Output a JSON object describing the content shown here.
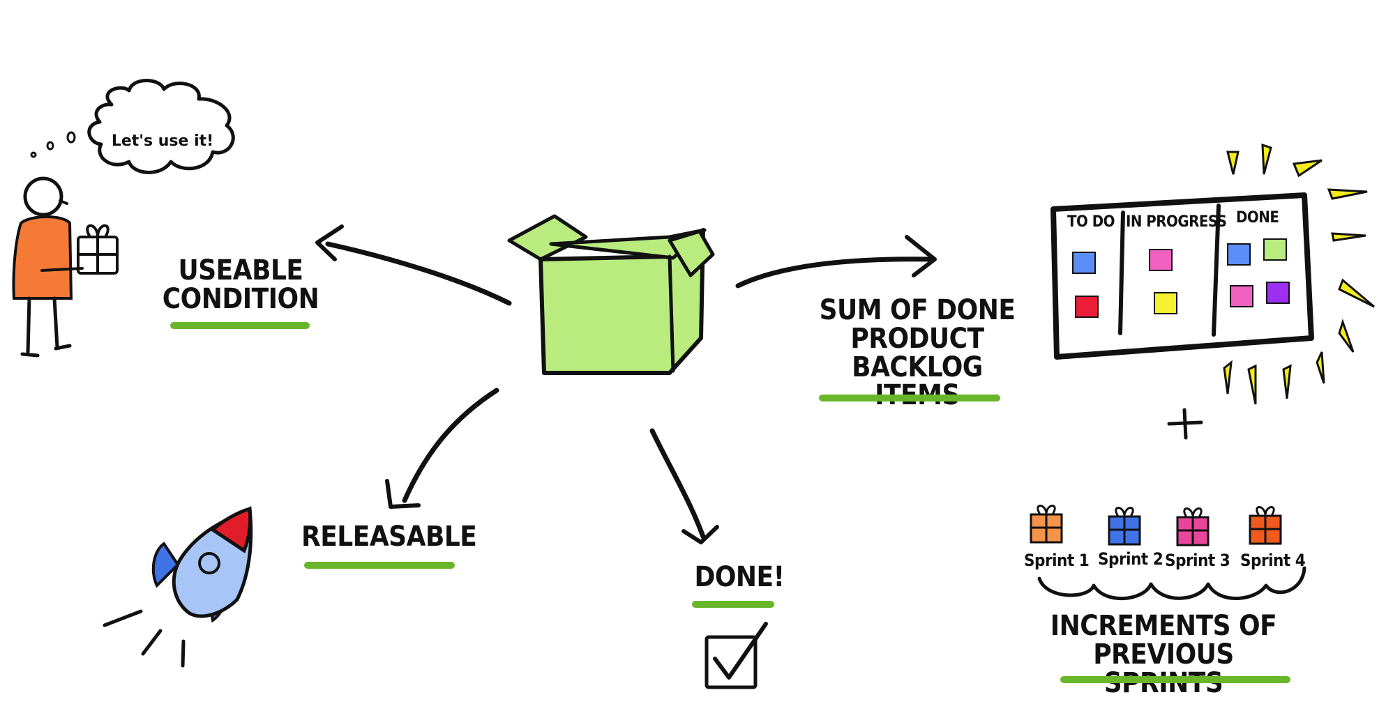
{
  "labels": {
    "thought": "Let's use it!",
    "useable": [
      "USEABLE",
      "CONDITION"
    ],
    "sum": [
      "SUM OF DONE",
      "PRODUCT",
      "BACKLOG ITEMS"
    ],
    "releasable": "RELEASABLE",
    "done": "DONE!",
    "increments": [
      "INCREMENTS OF",
      "PREVIOUS SPRINTS"
    ],
    "plus": "+"
  },
  "board": {
    "columns": [
      "TO DO",
      "IN PROGRESS",
      "DONE"
    ]
  },
  "sprints": [
    "Sprint 1",
    "Sprint 2",
    "Sprint 3",
    "Sprint 4"
  ],
  "colors": {
    "box_green": "#b9eb7f",
    "underline_green": "#69b62a",
    "person_orange": "#f47a36",
    "sticky_blue": "#5b8ef7",
    "sticky_pink": "#f062c2",
    "sticky_red": "#ec1d36",
    "sticky_yellow": "#f4f12f",
    "sticky_green": "#b9eb7f",
    "sticky_purple": "#9d2ff0",
    "rocket_blue": "#a7c6f7",
    "rocket_red": "#e11d2a",
    "burst_yellow": "#f4ec1c"
  },
  "icons": [
    "thinking-person-icon",
    "thought-cloud-icon",
    "gift-icon",
    "open-box-icon",
    "kanban-board-icon",
    "rocket-icon",
    "checkbox-icon"
  ]
}
